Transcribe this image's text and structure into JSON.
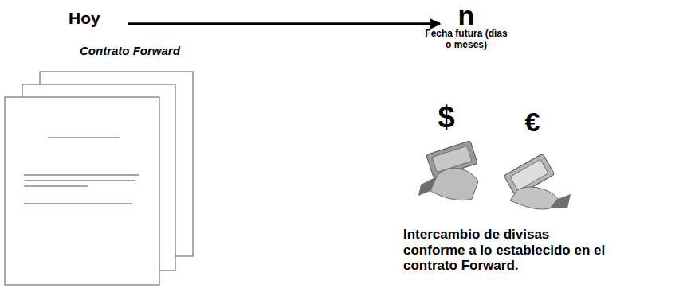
{
  "diagram": {
    "labels": [
      "Hoy",
      "n",
      "Fecha futura (dìas o meses)",
      "Contrato Forward",
      "$",
      "€",
      "Intercambio de divisas conforme a lo establecido en el contrato Forward."
    ]
  }
}
